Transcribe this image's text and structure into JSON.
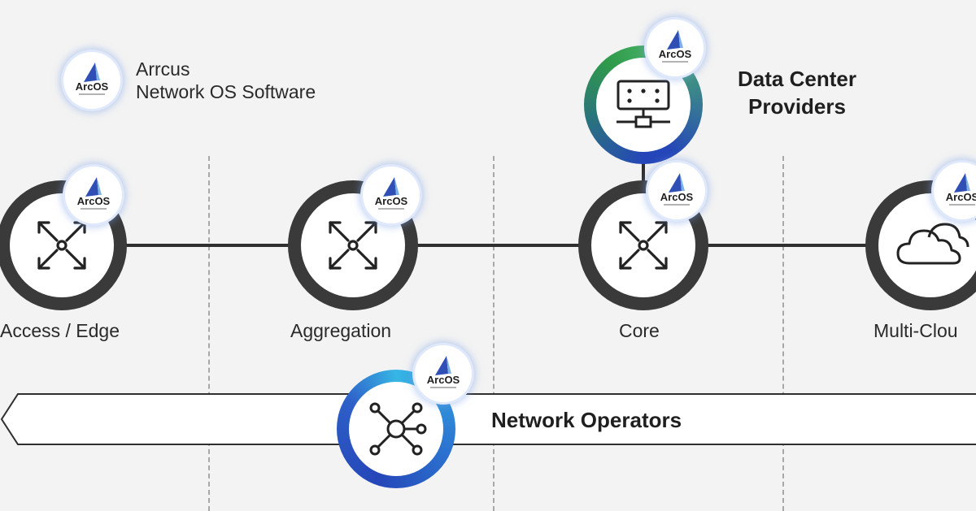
{
  "legend": {
    "line1": "Arrcus",
    "line2": "Network OS Software"
  },
  "badge": {
    "brand": "ArcOS"
  },
  "data_center": {
    "line1": "Data Center",
    "line2": "Providers"
  },
  "nodes": {
    "access": "Access / Edge",
    "aggregation": "Aggregation",
    "core": "Core",
    "cloud": "Multi-Clou"
  },
  "operators": {
    "label": "Network Operators"
  },
  "colors": {
    "ring_dark": "#3a3a3a",
    "green": "#2f9a4a",
    "blue": "#2546b8",
    "cyan": "#36b6e4",
    "badge_glow": "#8fb3ef"
  }
}
